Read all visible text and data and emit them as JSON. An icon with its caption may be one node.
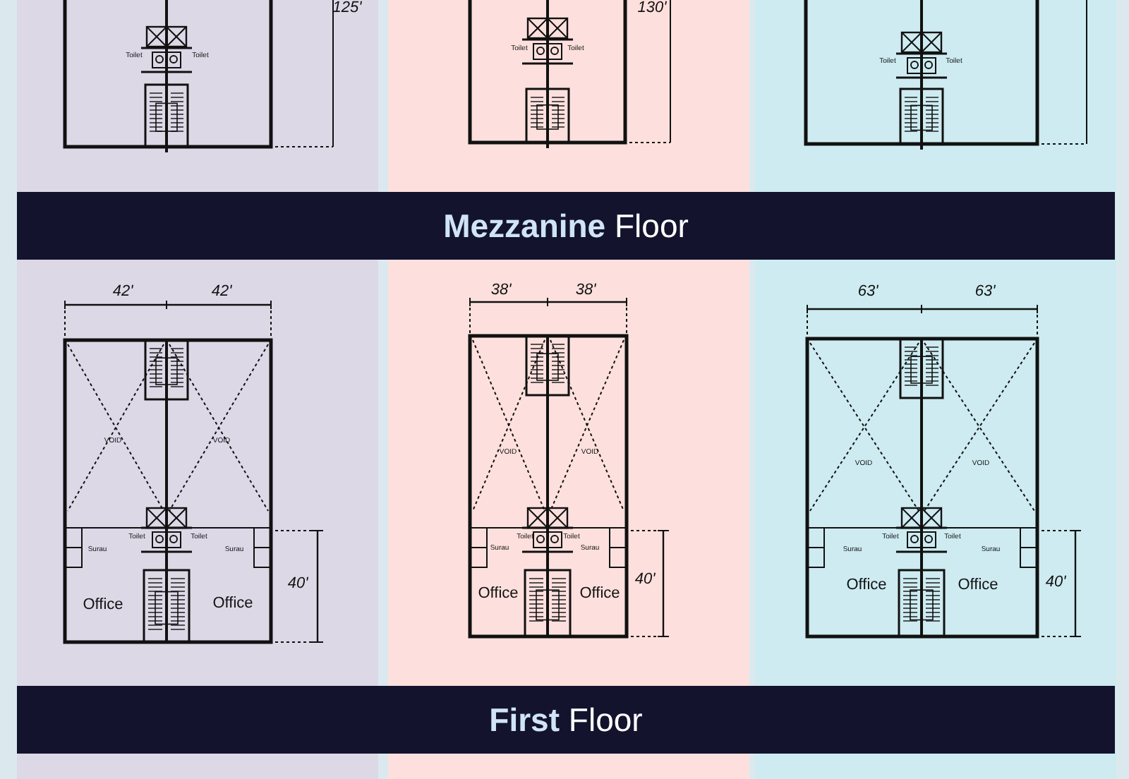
{
  "diagram": {
    "labels": [
      "Toilet",
      "Toilet",
      "125'",
      "Toilet",
      "Toilet",
      "130'",
      "Toilet",
      "Toilet",
      "**Mezzanine** Floor",
      "42'",
      "42'",
      "VOID",
      "VOID",
      "Toilet",
      "Toilet",
      "Surau",
      "Surau",
      "Office",
      "Office",
      "40'",
      "38'",
      "38'",
      "VOID",
      "VOID",
      "Toilet",
      "Toilet",
      "Surau",
      "Surau",
      "Office",
      "Office",
      "40'",
      "63'",
      "63'",
      "VOID",
      "VOID",
      "Toilet",
      "Toilet",
      "Surau",
      "Surau",
      "Office",
      "Office",
      "40'",
      "**First** Floor"
    ]
  }
}
